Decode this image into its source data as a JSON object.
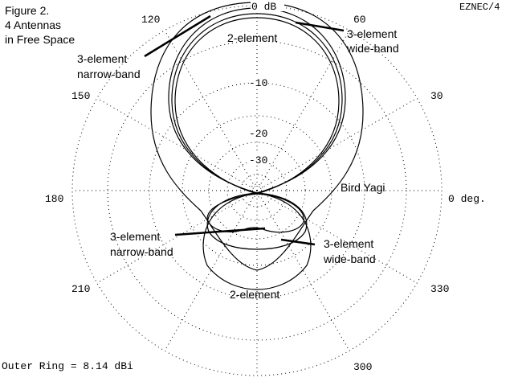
{
  "title_lines": [
    "Figure 2.",
    "4 Antennas",
    "in Free Space"
  ],
  "brand": "EZNEC/4",
  "footer": "Outer Ring = 8.14 dBi",
  "ring_labels": [
    "0 dB",
    "-10",
    "-20",
    "-30"
  ],
  "angle_labels": {
    "a0": "0 deg.",
    "a30": "30",
    "a60": "60",
    "a120": "120",
    "a150": "150",
    "a180": "180",
    "a210": "210",
    "a300": "300",
    "a330": "330"
  },
  "annotations": {
    "two_element_top": "2-element",
    "three_wide_top_1": "3-element",
    "three_wide_top_2": "wide-band",
    "three_narrow_top_1": "3-element",
    "three_narrow_top_2": "narrow-band",
    "bird_yagi": "Bird Yagi",
    "three_narrow_bottom_1": "3-element",
    "three_narrow_bottom_2": "narrow-band",
    "three_wide_bottom_1": "3-element",
    "three_wide_bottom_2": "wide-band",
    "two_element_bottom": "2-element"
  }
}
